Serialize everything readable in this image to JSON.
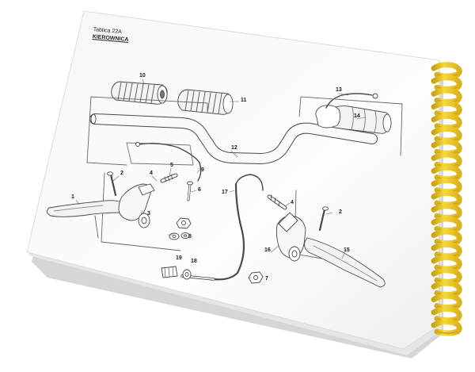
{
  "page": {
    "table_number": "Tablica 22A",
    "table_title": "KIEROWNICA"
  },
  "callouts": [
    {
      "id": "10",
      "label": "10"
    },
    {
      "id": "11",
      "label": "11"
    },
    {
      "id": "13",
      "label": "13"
    },
    {
      "id": "14",
      "label": "14"
    },
    {
      "id": "12",
      "label": "12"
    },
    {
      "id": "2a",
      "label": "2"
    },
    {
      "id": "4a",
      "label": "4"
    },
    {
      "id": "5",
      "label": "5"
    },
    {
      "id": "9",
      "label": "9"
    },
    {
      "id": "1",
      "label": "1"
    },
    {
      "id": "6",
      "label": "6"
    },
    {
      "id": "3",
      "label": "3"
    },
    {
      "id": "17",
      "label": "17"
    },
    {
      "id": "4b",
      "label": "4"
    },
    {
      "id": "2b",
      "label": "2"
    },
    {
      "id": "8",
      "label": "8"
    },
    {
      "id": "16",
      "label": "16"
    },
    {
      "id": "15",
      "label": "15"
    },
    {
      "id": "19",
      "label": "19"
    },
    {
      "id": "18",
      "label": "18"
    },
    {
      "id": "7",
      "label": "7"
    }
  ],
  "colors": {
    "paper": "#fafafa",
    "line": "#555555",
    "binding": "#f2cf2a",
    "binding_shadow": "#c9a512"
  }
}
